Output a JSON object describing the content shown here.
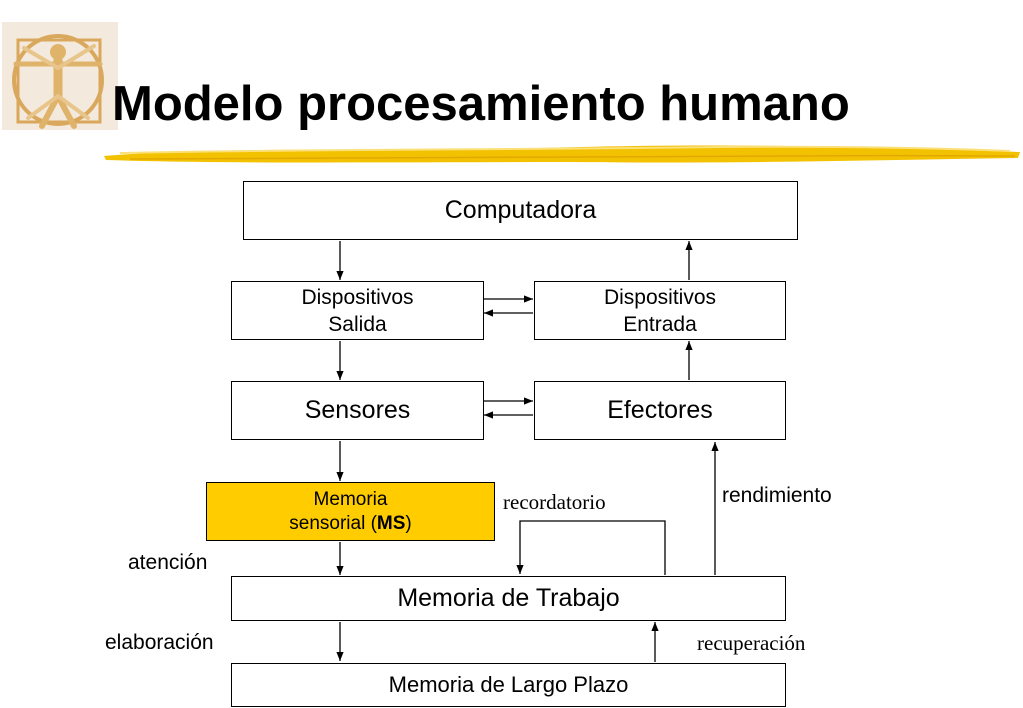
{
  "slide": {
    "title": "Modelo procesamiento humano"
  },
  "diagram": {
    "computadora": "Computadora",
    "disp_salida": {
      "line1": "Dispositivos",
      "line2": "Salida"
    },
    "disp_entrada": {
      "line1": "Dispositivos",
      "line2": "Entrada"
    },
    "sensores": "Sensores",
    "efectores": "Efectores",
    "memoria_sensorial": {
      "line1": "Memoria",
      "line2_prefix": "sensorial (",
      "line2_bold": "MS",
      "line2_suffix": ")"
    },
    "memoria_trabajo": "Memoria de Trabajo",
    "memoria_largo": "Memoria de Largo Plazo",
    "labels": {
      "recordatorio": "recordatorio",
      "rendimiento": "rendimiento",
      "atencion": "atención",
      "elaboracion": "elaboración",
      "recuperacion": "recuperación"
    }
  },
  "colors": {
    "memoria_sensorial_fill": "#FFCC00",
    "brush_yellow": "#F2C200",
    "logo_tan": "#D9A85C"
  },
  "icons": {
    "logo": "vitruvian-man-icon"
  }
}
